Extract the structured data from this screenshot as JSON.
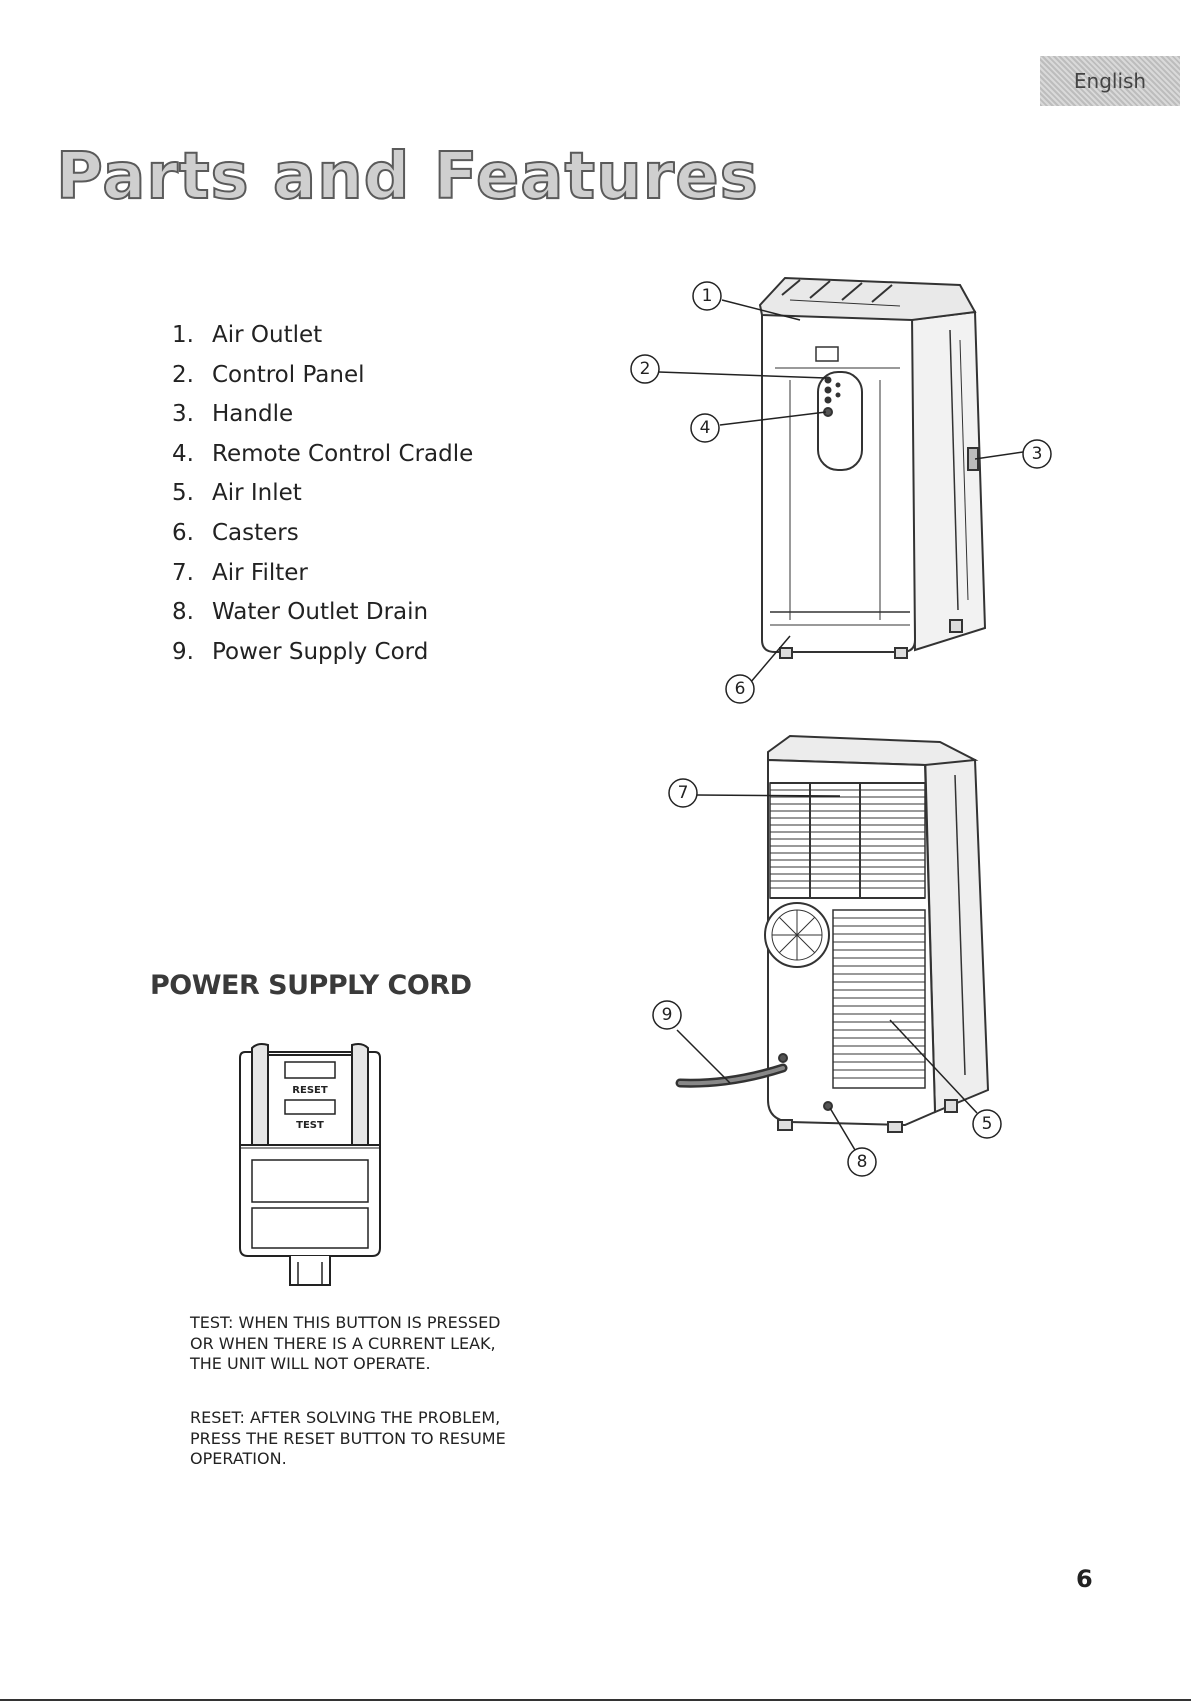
{
  "header": {
    "language_tab": "English",
    "title": "Parts and Features"
  },
  "parts_list": [
    {
      "number": "1.",
      "label": "Air Outlet"
    },
    {
      "number": "2.",
      "label": "Control Panel"
    },
    {
      "number": "3.",
      "label": "Handle"
    },
    {
      "number": "4.",
      "label": "Remote Control Cradle"
    },
    {
      "number": "5.",
      "label": "Air Inlet"
    },
    {
      "number": "6.",
      "label": "Casters"
    },
    {
      "number": "7.",
      "label": "Air Filter"
    },
    {
      "number": "8.",
      "label": "Water Outlet Drain"
    },
    {
      "number": "9.",
      "label": "Power Supply Cord"
    }
  ],
  "power_cord": {
    "heading": "POWER SUPPLY CORD",
    "plug_buttons": {
      "reset": "RESET",
      "test": "TEST"
    },
    "note_test": "TEST: WHEN THIS BUTTON IS PRESSED OR WHEN THERE IS A CURRENT LEAK, THE UNIT WILL NOT OPERATE.",
    "note_reset": "RESET: AFTER SOLVING THE PROBLEM, PRESS THE RESET BUTTON TO RESUME OPERATION."
  },
  "callouts": {
    "front": [
      "1",
      "2",
      "3",
      "4",
      "6"
    ],
    "back": [
      "5",
      "7",
      "8",
      "9"
    ]
  },
  "page_number": "6"
}
